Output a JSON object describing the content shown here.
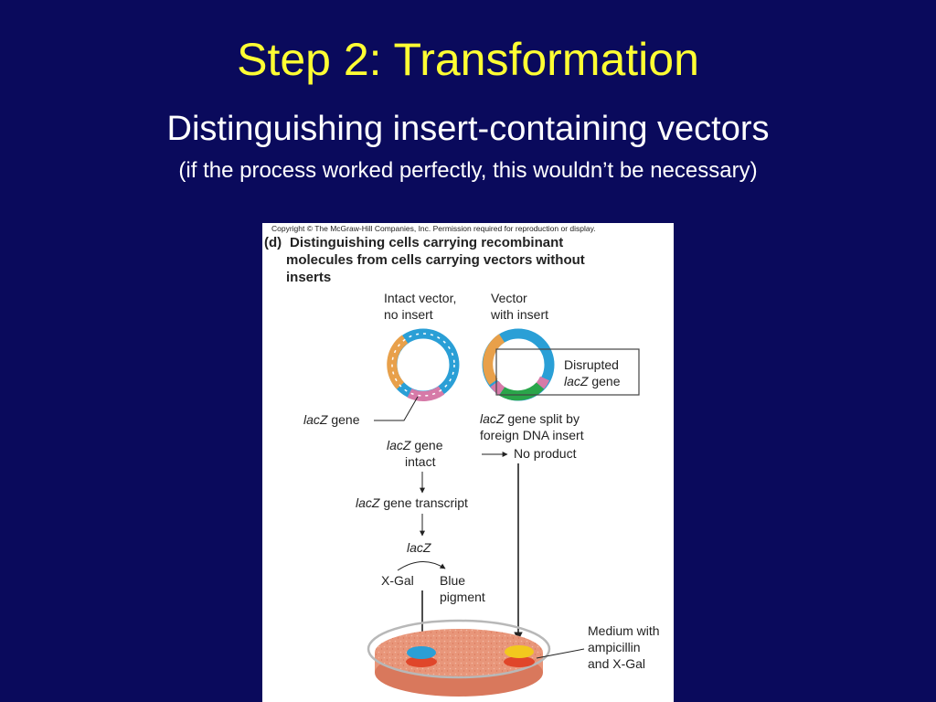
{
  "slide": {
    "title": "Step 2: Transformation",
    "subtitle": "Distinguishing insert-containing vectors",
    "note": "(if the process worked perfectly, this wouldn’t be necessary)"
  },
  "figure": {
    "copyright": "Copyright © The McGraw-Hill Companies, Inc. Permission required for reproduction or display.",
    "panel_letter": "(d)",
    "heading_lines": [
      "Distinguishing cells carrying recombinant",
      "molecules from cells carrying vectors without",
      "inserts"
    ],
    "intact_vector_label": [
      "Intact vector,",
      "no insert"
    ],
    "vector_insert_label": [
      "Vector",
      "with insert"
    ],
    "disrupted_box": {
      "line1": "Disrupted",
      "italic": "lacZ",
      "rest": " gene"
    },
    "lacz_gene_label": {
      "italic": "lacZ",
      "rest": " gene"
    },
    "lacz_intact": {
      "italic": "lacZ",
      "rest": " gene",
      "line2": "intact"
    },
    "lacz_split": {
      "italic": "lacZ",
      "rest": " gene split by",
      "line2": "foreign DNA insert"
    },
    "no_product": "No product",
    "lacz_transcript": {
      "italic": "lacZ",
      "rest": " gene transcript"
    },
    "lacz_enzyme": "lacZ",
    "xgal": "X-Gal",
    "blue_pigment": [
      "Blue",
      "pigment"
    ],
    "medium_label": [
      "Medium with",
      "ampicillin",
      "and X-Gal"
    ],
    "colors": {
      "plasmid_orange": "#e8a04a",
      "plasmid_blue": "#2a9fd6",
      "lacz_pink": "#d67aa8",
      "insert_green": "#2aa54a",
      "plate_base": "#e8967a",
      "colony_blue": "#2a9fd6",
      "colony_yellow": "#f2c81e",
      "colony_red": "#e0462a"
    }
  }
}
